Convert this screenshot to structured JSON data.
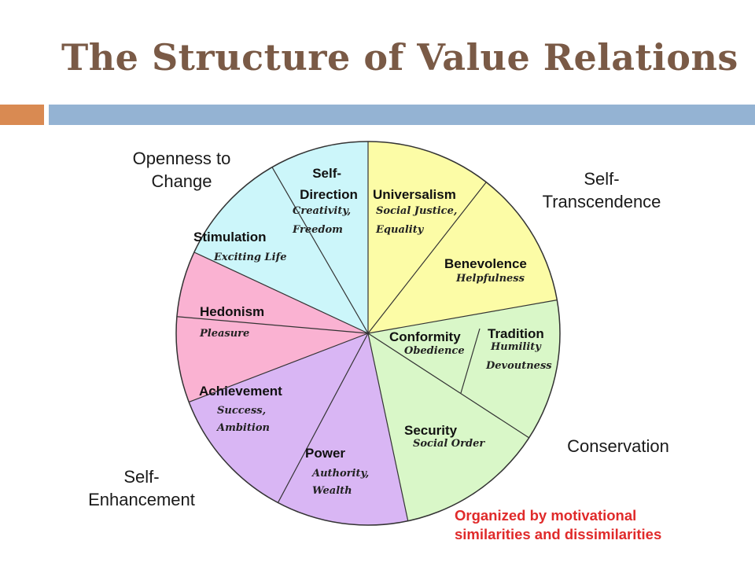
{
  "slide": {
    "title": "The Structure of Value Relations"
  },
  "dimensions": {
    "openness": [
      "Openness to",
      "Change"
    ],
    "transcendence": [
      "Self-",
      "Transcendence"
    ],
    "conservation": [
      "Conservation"
    ],
    "enhancement": [
      "Self-",
      "Enhancement"
    ]
  },
  "note": [
    "Organized by motivational",
    "similarities and dissimilarities"
  ],
  "colors": {
    "title": "#7a5a46",
    "accent": "#d98a52",
    "rule": "#94b3d3",
    "openness": "#ccf6fa",
    "transcendence": "#fcfca6",
    "conservation": "#d9f7c8",
    "enhancement": "#d9b6f4",
    "hedonism": "#fab2d2",
    "note": "#e02a2a"
  },
  "values": {
    "self_direction": {
      "title": [
        "Self-",
        "Direction"
      ],
      "sub": [
        "Creativity,",
        "Freedom"
      ]
    },
    "universalism": {
      "title": [
        "Universalism"
      ],
      "sub": [
        "Social Justice,",
        "Equality"
      ]
    },
    "benevolence": {
      "title": [
        "Benevolence"
      ],
      "sub": [
        "Helpfulness"
      ]
    },
    "conformity": {
      "title": [
        "Conformity"
      ],
      "sub": [
        "Obedience"
      ]
    },
    "tradition": {
      "title": [
        "Tradition"
      ],
      "sub": [
        "Humility",
        "Devoutness"
      ]
    },
    "security": {
      "title": [
        "Security"
      ],
      "sub": [
        "Social Order"
      ]
    },
    "power": {
      "title": [
        "Power"
      ],
      "sub": [
        "Authority,",
        "Wealth"
      ]
    },
    "achievement": {
      "title": [
        "Achievement"
      ],
      "sub": [
        "Success,",
        "Ambition"
      ]
    },
    "hedonism": {
      "title": [
        "Hedonism"
      ],
      "sub": [
        "Pleasure"
      ]
    },
    "stimulation": {
      "title": [
        "Stimulation"
      ],
      "sub": [
        "Exciting Life"
      ]
    }
  }
}
